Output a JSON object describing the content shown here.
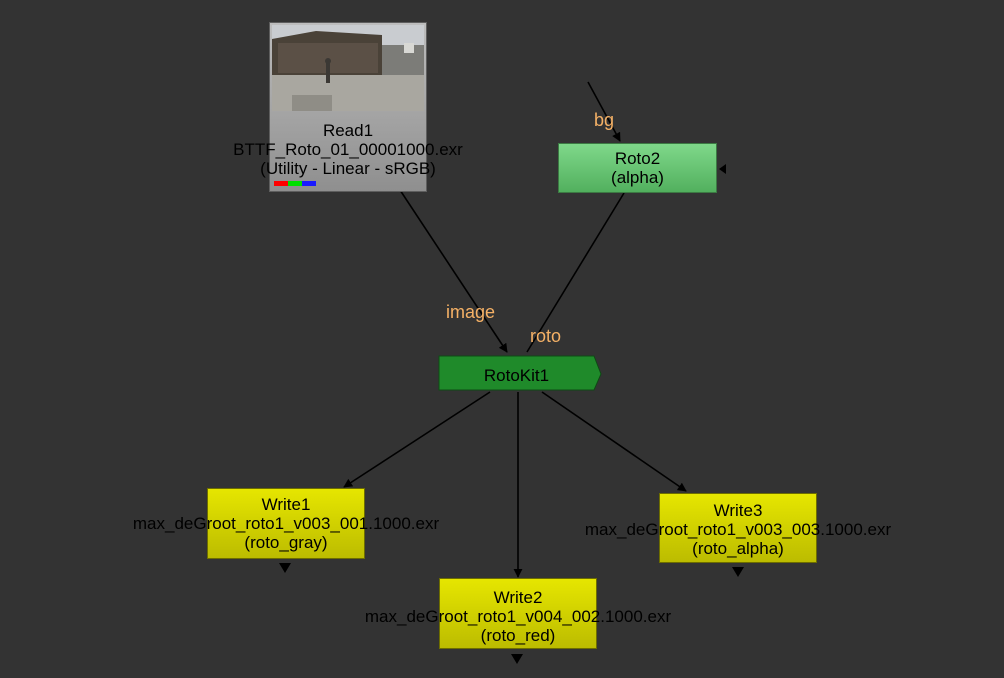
{
  "nodes": {
    "read1": {
      "name": "Read1",
      "file": "BTTF_Roto_01_00001000.exr",
      "colorspace": "(Utility - Linear - sRGB)",
      "thumbnail_icon": "street-scene-thumbnail",
      "channel_swatches": [
        "#ff0000",
        "#00e000",
        "#1a1aff"
      ]
    },
    "roto2": {
      "name": "Roto2",
      "sub": "(alpha)",
      "color": "#62c16e"
    },
    "rotokit1": {
      "name": "RotoKit1",
      "color": "#1f8a2a"
    },
    "write1": {
      "name": "Write1",
      "file": "max_deGroot_roto1_v003_001.1000.exr",
      "sub": "(roto_gray)",
      "color": "#d8d800"
    },
    "write2": {
      "name": "Write2",
      "file": "max_deGroot_roto1_v004_002.1000.exr",
      "sub": "(roto_red)",
      "color": "#d8d800"
    },
    "write3": {
      "name": "Write3",
      "file": "max_deGroot_roto1_v003_003.1000.exr",
      "sub": "(roto_alpha)",
      "color": "#d8d800"
    }
  },
  "pins": {
    "bg": "bg",
    "image": "image",
    "roto": "roto"
  },
  "colors": {
    "background": "#333333",
    "pin_label": "#f5b166",
    "edge": "#000000"
  }
}
